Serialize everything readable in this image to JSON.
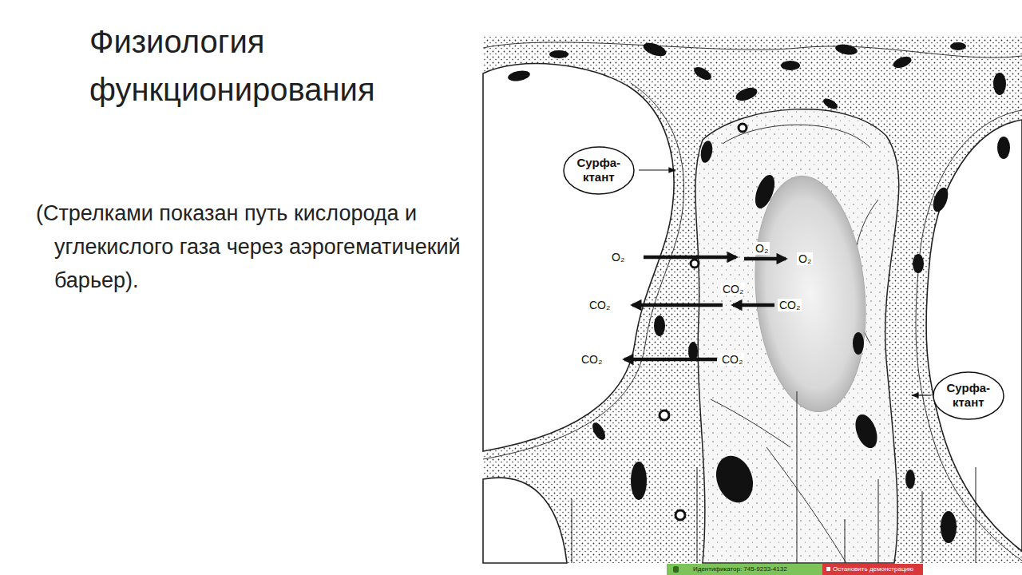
{
  "diagram": {
    "title": "Физиология функционирования",
    "caption": "(Стрелками показан путь кислорода и углекислого газа через аэрогематичекий барьер).",
    "nodes": [
      {
        "text": [
          "Сурфа- ктант"
        ]
      },
      {
        "text": [
          "Сурфа- ктант"
        ]
      }
    ],
    "labels": [
      "O₂",
      "O₂",
      "O₂",
      "CO₂",
      "CO₂",
      "CO₂",
      "CO₂",
      "CO₂",
      "Идентификатор: 745-9233-4132",
      "Остановить демонстрацию"
    ]
  }
}
